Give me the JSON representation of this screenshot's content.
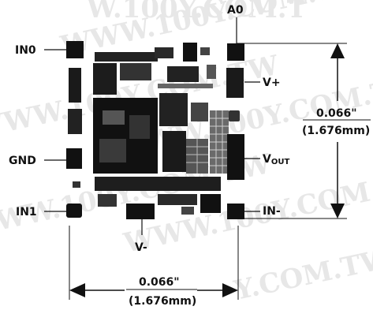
{
  "watermark": {
    "text": "WWW.100Y.COM.TW",
    "fragment_a": "W.100Y.COM.T",
    "fragment_b": "Y.COM.TW"
  },
  "pins": {
    "a0": "A0",
    "in0": "IN0",
    "gnd": "GND",
    "in1": "IN1",
    "v_plus": "V+",
    "v_out_main": "V",
    "v_out_sub": "OUT",
    "in_minus": "IN-",
    "v_minus": "V-"
  },
  "dimensions": {
    "height_inch": "0.066\"",
    "height_mm": "(1.676mm)",
    "width_inch": "0.066\"",
    "width_mm": "(1.676mm)"
  }
}
